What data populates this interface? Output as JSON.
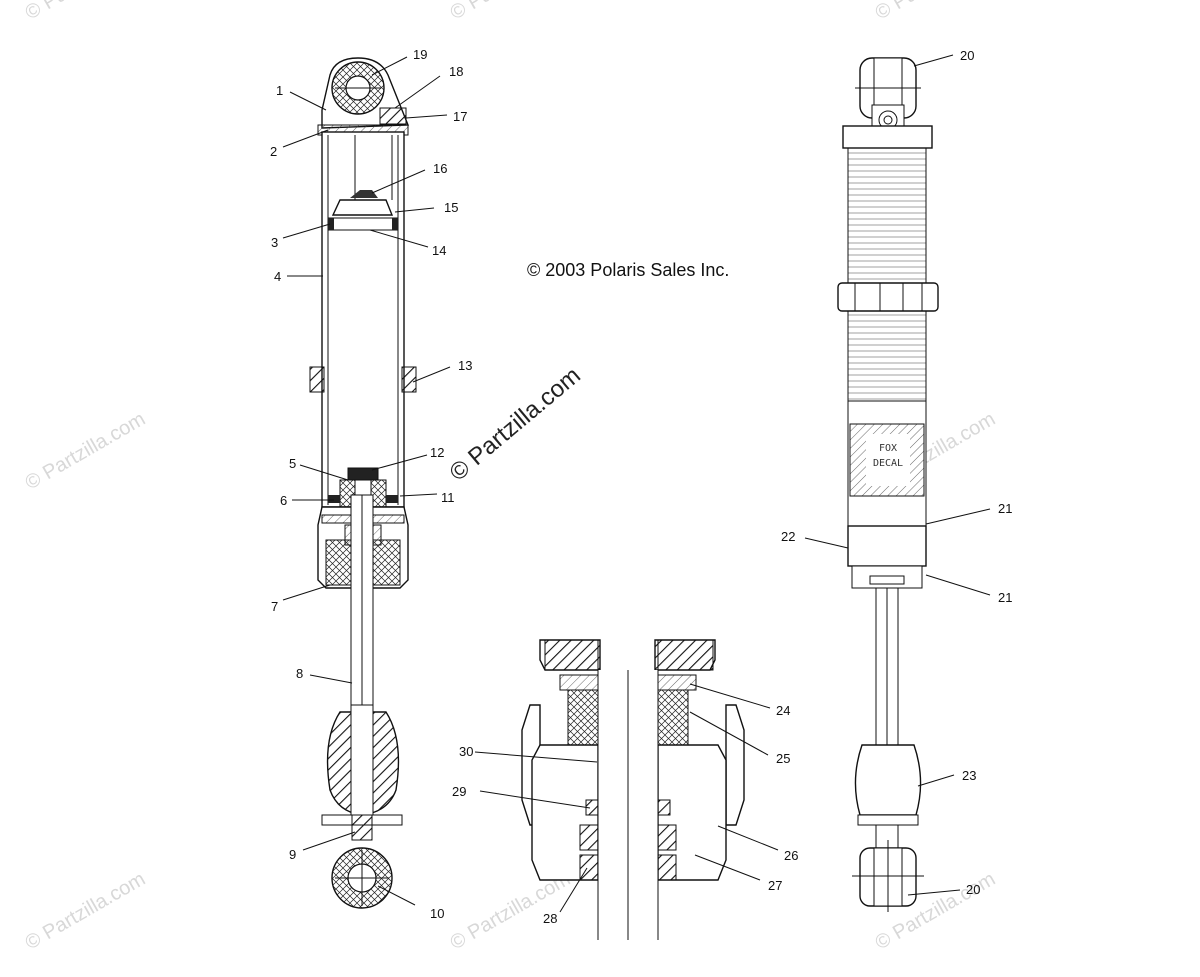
{
  "copyright": "© 2003 Polaris Sales Inc.",
  "watermark": "© Partzilla.com",
  "decal_line1": "FOX",
  "decal_line2": "DECAL",
  "labels": {
    "l1": "1",
    "l2": "2",
    "l3": "3",
    "l4": "4",
    "l5": "5",
    "l6": "6",
    "l7": "7",
    "l8": "8",
    "l9": "9",
    "l10": "10",
    "l11": "11",
    "l12": "12",
    "l13": "13",
    "l14": "14",
    "l15": "15",
    "l16": "16",
    "l17": "17",
    "l18": "18",
    "l19": "19",
    "l20a": "20",
    "l20b": "20",
    "l21a": "21",
    "l21b": "21",
    "l22": "22",
    "l23": "23",
    "l24": "24",
    "l25": "25",
    "l26": "26",
    "l27": "27",
    "l28": "28",
    "l29": "29",
    "l30": "30"
  }
}
